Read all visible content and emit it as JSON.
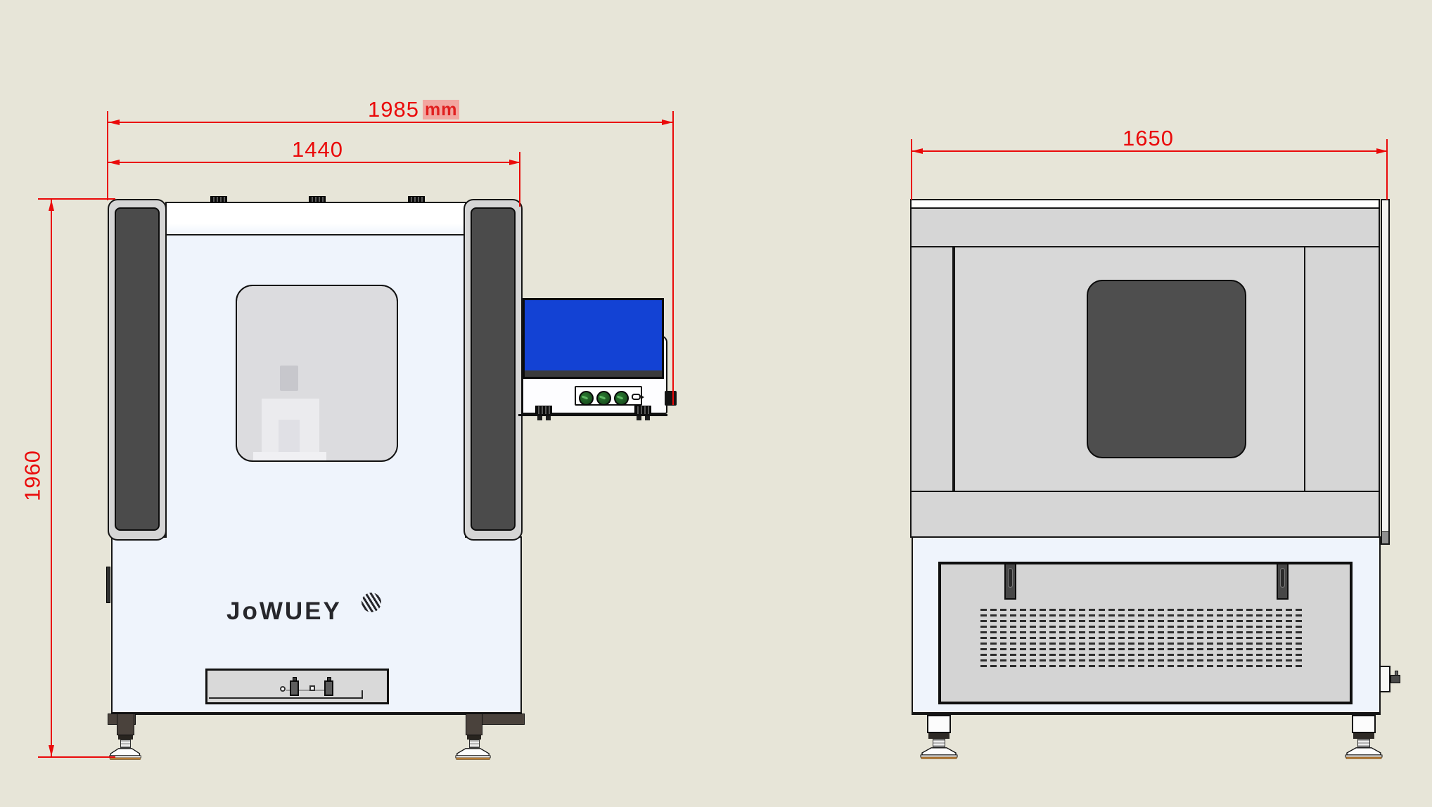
{
  "dimensions": {
    "overall_width": "1985",
    "overall_width_unit": "mm",
    "cabinet_width": "1440",
    "overall_height": "1960",
    "overall_depth": "1650"
  },
  "logo": {
    "text": "JoWUEY"
  },
  "colors": {
    "background": "#e7e5d8",
    "dimension_red": "#ea0a0a",
    "unit_highlight": "#f2a6a0",
    "screen_blue": "#1342d4",
    "pillar_dark": "#4b4b4b",
    "panel_light_gray": "#d6d6d6",
    "cabinet_white": "#eff4fc",
    "side_window_gray": "#4e4e4e",
    "button_green": "#1d5c24",
    "foot_brass": "#c8893c"
  }
}
